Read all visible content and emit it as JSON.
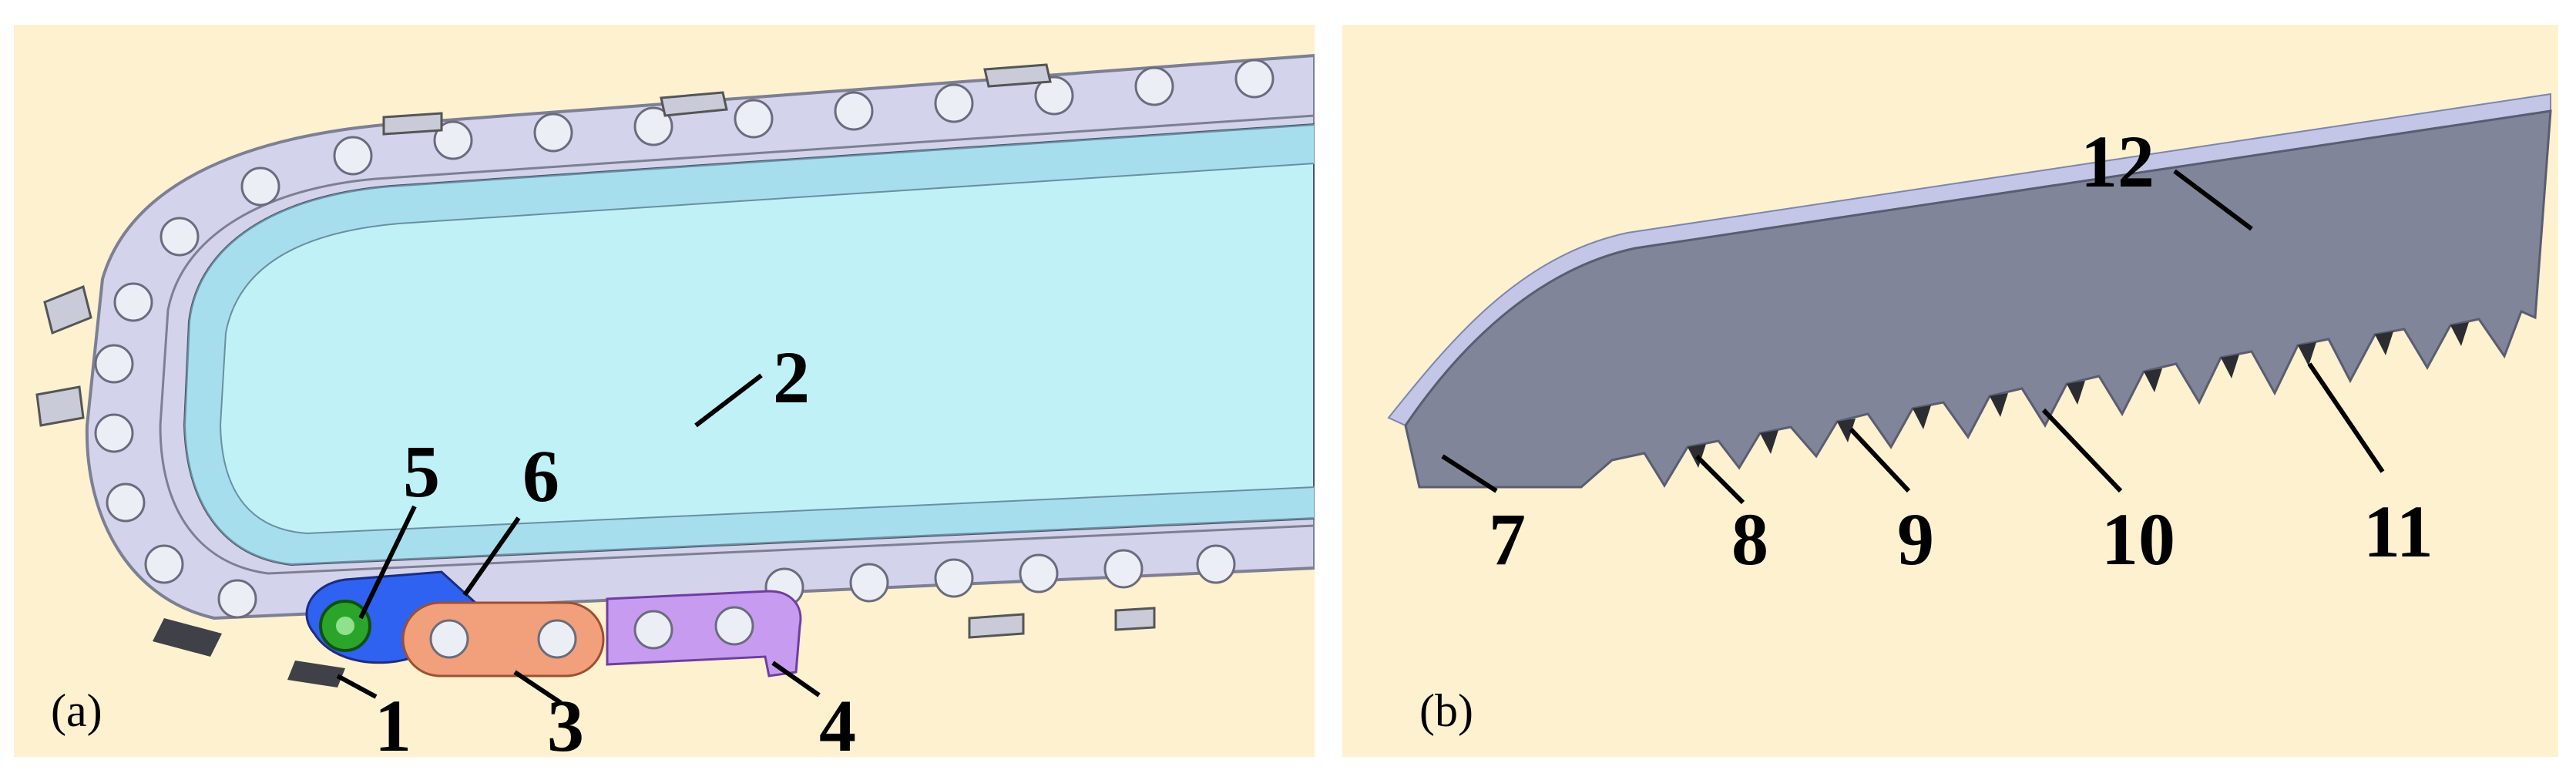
{
  "colors": {
    "background": "#fdf1d0",
    "chain_link": "#d3d4ec",
    "guide_bar": "#c0f1f7",
    "groove": "#a6deee",
    "drive_link_blue": "#2f62f0",
    "connector_orange": "#f1a07b",
    "connector_purple": "#c79cf0",
    "rivet_green": "#2aa52a",
    "blade": "#818599",
    "blade_edge": "#c3c6e6"
  },
  "panel_a": {
    "label": "(a)",
    "callouts": [
      "1",
      "2",
      "3",
      "4",
      "5",
      "6"
    ]
  },
  "panel_b": {
    "label": "(b)",
    "callouts": [
      "7",
      "8",
      "9",
      "10",
      "11",
      "12"
    ]
  }
}
